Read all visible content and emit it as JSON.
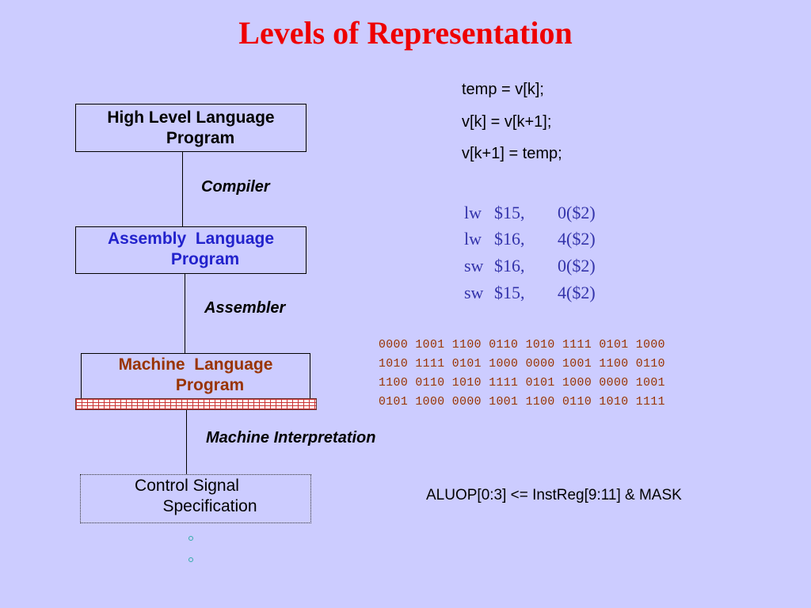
{
  "title": "Levels of Representation",
  "levels": {
    "high_level": {
      "line1": "High Level Language",
      "line2": "Program"
    },
    "assembly": {
      "line1": "Assembly  Language",
      "line2": "Program"
    },
    "machine": {
      "line1": "Machine  Language",
      "line2": "Program"
    },
    "control": {
      "line1": "Control Signal",
      "line2": "Specification"
    }
  },
  "transitions": {
    "compiler": "Compiler",
    "assembler": "Assembler",
    "interpretation": "Machine Interpretation"
  },
  "high_level_code": [
    "temp = v[k];",
    "v[k] = v[k+1];",
    "v[k+1] = temp;"
  ],
  "assembly_code": [
    {
      "op": "lw",
      "reg": "$15,",
      "mem": "0($2)"
    },
    {
      "op": "lw",
      "reg": "$16,",
      "mem": "4($2)"
    },
    {
      "op": "sw",
      "reg": "$16,",
      "mem": "0($2)"
    },
    {
      "op": "sw",
      "reg": "$15,",
      "mem": "4($2)"
    }
  ],
  "machine_code": [
    "0000 1001 1100 0110 1010 1111 0101 1000",
    "1010 1111 0101 1000 0000 1001 1100 0110",
    "1100 0110 1010 1111 0101 1000 0000 1001",
    "0101 1000 0000 1001 1100 0110 1010 1111"
  ],
  "control_expression": "ALUOP[0:3] <= InstReg[9:11] & MASK",
  "colors": {
    "background": "#ccccff",
    "title": "#ee0000",
    "assembly": "#3333aa",
    "machine": "#993300"
  }
}
